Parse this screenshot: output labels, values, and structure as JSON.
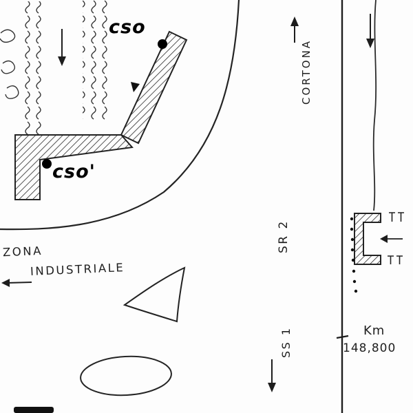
{
  "labels": {
    "cso": "cso",
    "cso_prime": "cso'",
    "zona": "ZONA",
    "industriale": "INDUSTRIALE",
    "cortona": "CORTONA",
    "sr2": "SR 2",
    "ss1": "SS 1",
    "km_label": "Km",
    "km_value": "148,800"
  },
  "colors": {
    "ink": "#222222",
    "paper": "#fdfdfd",
    "marker_black": "#000000"
  },
  "icons": {
    "road_arrow_down_left": "↓",
    "cortona_arrow_up": "↑",
    "right_road_arrow_down": "↓",
    "zona_arrow_left": "←",
    "bracket_arrow_left": "←",
    "ss1_arrow_down": "↓",
    "cso_marker": "●",
    "cso_prime_marker": "●",
    "triangle_marker": "▼"
  }
}
